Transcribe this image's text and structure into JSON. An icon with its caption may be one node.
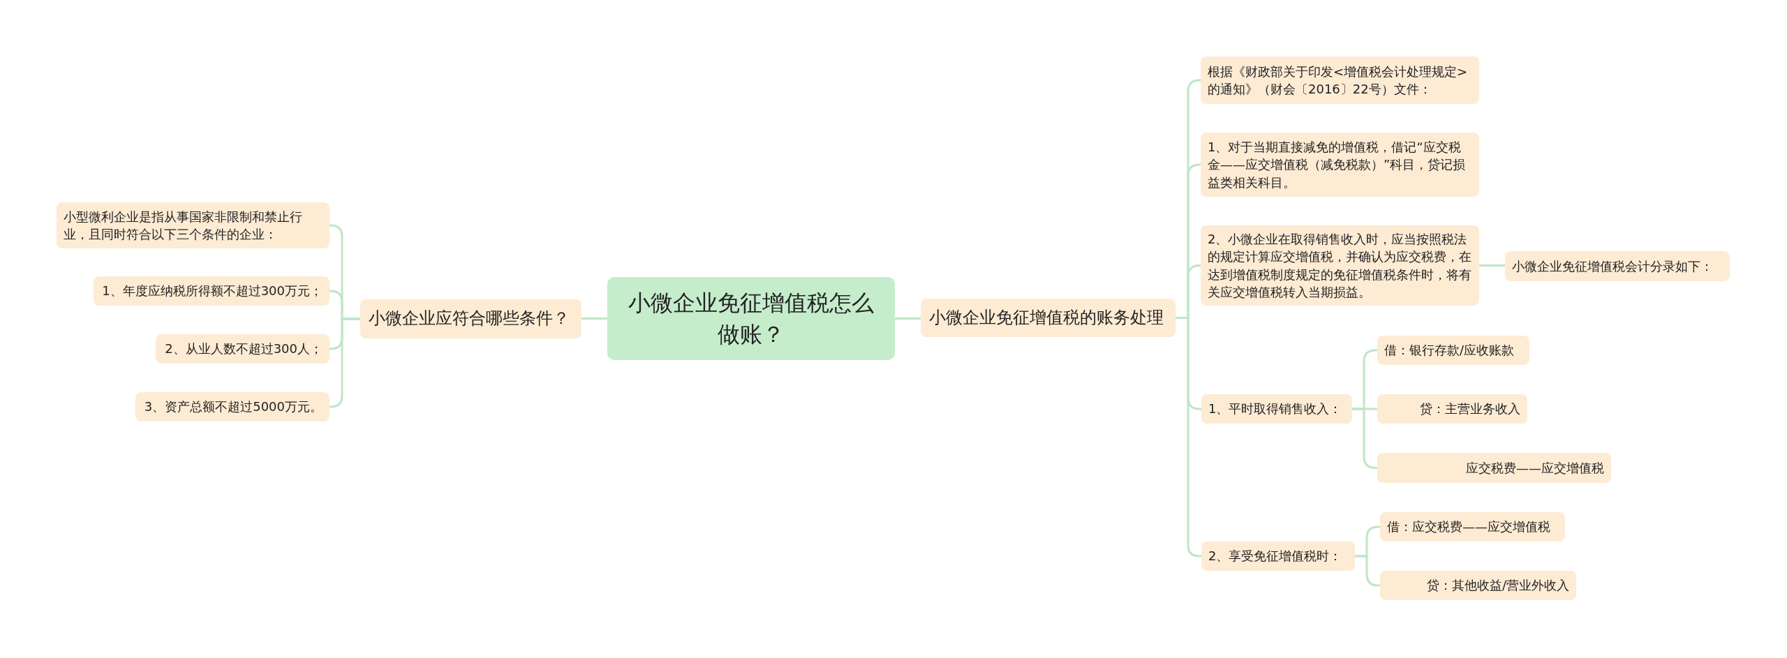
{
  "diagram": {
    "nodes": [
      {
        "text": [
          "小微企业免征增值税怎么做账？"
        ]
      },
      {
        "text": [
          "小微企业应符合哪些条件？"
        ]
      },
      {
        "text": [
          "小型微利企业是指从事国家非限制和禁止行业，且同时符合以下三个条件的企业："
        ]
      },
      {
        "text": [
          "1、年度应纳税所得额不超过300万元；"
        ]
      },
      {
        "text": [
          "2、从业人数不超过300人；"
        ]
      },
      {
        "text": [
          "3、资产总额不超过5000万元。"
        ]
      },
      {
        "text": [
          "小微企业免征增值税的账务处理"
        ]
      },
      {
        "text": [
          "根据《财政部关于印发<增值税会计处理规定>的通知》（财会〔2016〕22号）文件："
        ]
      },
      {
        "text": [
          "1、对于当期直接减免的增值税，借记“应交税金——应交增值税（减免税款）”科目，贷记损益类相关科目。"
        ]
      },
      {
        "text": [
          "2、小微企业在取得销售收入时，应当按照税法的规定计算应交增值税，并确认为应交税费，在达到增值税制度规定的免征增值税条件时，将有关应交增值税转入当期损益。"
        ]
      },
      {
        "text": [
          "小微企业免征增值税会计分录如下："
        ]
      },
      {
        "text": [
          "1、平时取得销售收入："
        ]
      },
      {
        "text": [
          "借：银行存款/应收账款"
        ]
      },
      {
        "text": [
          "贷：主营业务收入"
        ]
      },
      {
        "text": [
          "应交税费——应交增值税"
        ]
      },
      {
        "text": [
          "2、享受免征增值税时："
        ]
      },
      {
        "text": [
          "借：应交税费——应交增值税"
        ]
      },
      {
        "text": [
          "贷：其他收益/营业外收入"
        ]
      }
    ],
    "edges": [
      {
        "from": 0,
        "to": 1,
        "arrow": "none"
      },
      {
        "from": 1,
        "to": 2,
        "arrow": "none"
      },
      {
        "from": 1,
        "to": 3,
        "arrow": "none"
      },
      {
        "from": 1,
        "to": 4,
        "arrow": "none"
      },
      {
        "from": 1,
        "to": 5,
        "arrow": "none"
      },
      {
        "from": 0,
        "to": 6,
        "arrow": "none"
      },
      {
        "from": 6,
        "to": 7,
        "arrow": "none"
      },
      {
        "from": 6,
        "to": 8,
        "arrow": "none"
      },
      {
        "from": 6,
        "to": 9,
        "arrow": "none"
      },
      {
        "from": 9,
        "to": 10,
        "arrow": "none"
      },
      {
        "from": 6,
        "to": 11,
        "arrow": "none"
      },
      {
        "from": 11,
        "to": 12,
        "arrow": "none"
      },
      {
        "from": 11,
        "to": 13,
        "arrow": "none"
      },
      {
        "from": 11,
        "to": 14,
        "arrow": "none"
      },
      {
        "from": 6,
        "to": 15,
        "arrow": "none"
      },
      {
        "from": 15,
        "to": 16,
        "arrow": "none"
      },
      {
        "from": 15,
        "to": 17,
        "arrow": "none"
      }
    ]
  }
}
